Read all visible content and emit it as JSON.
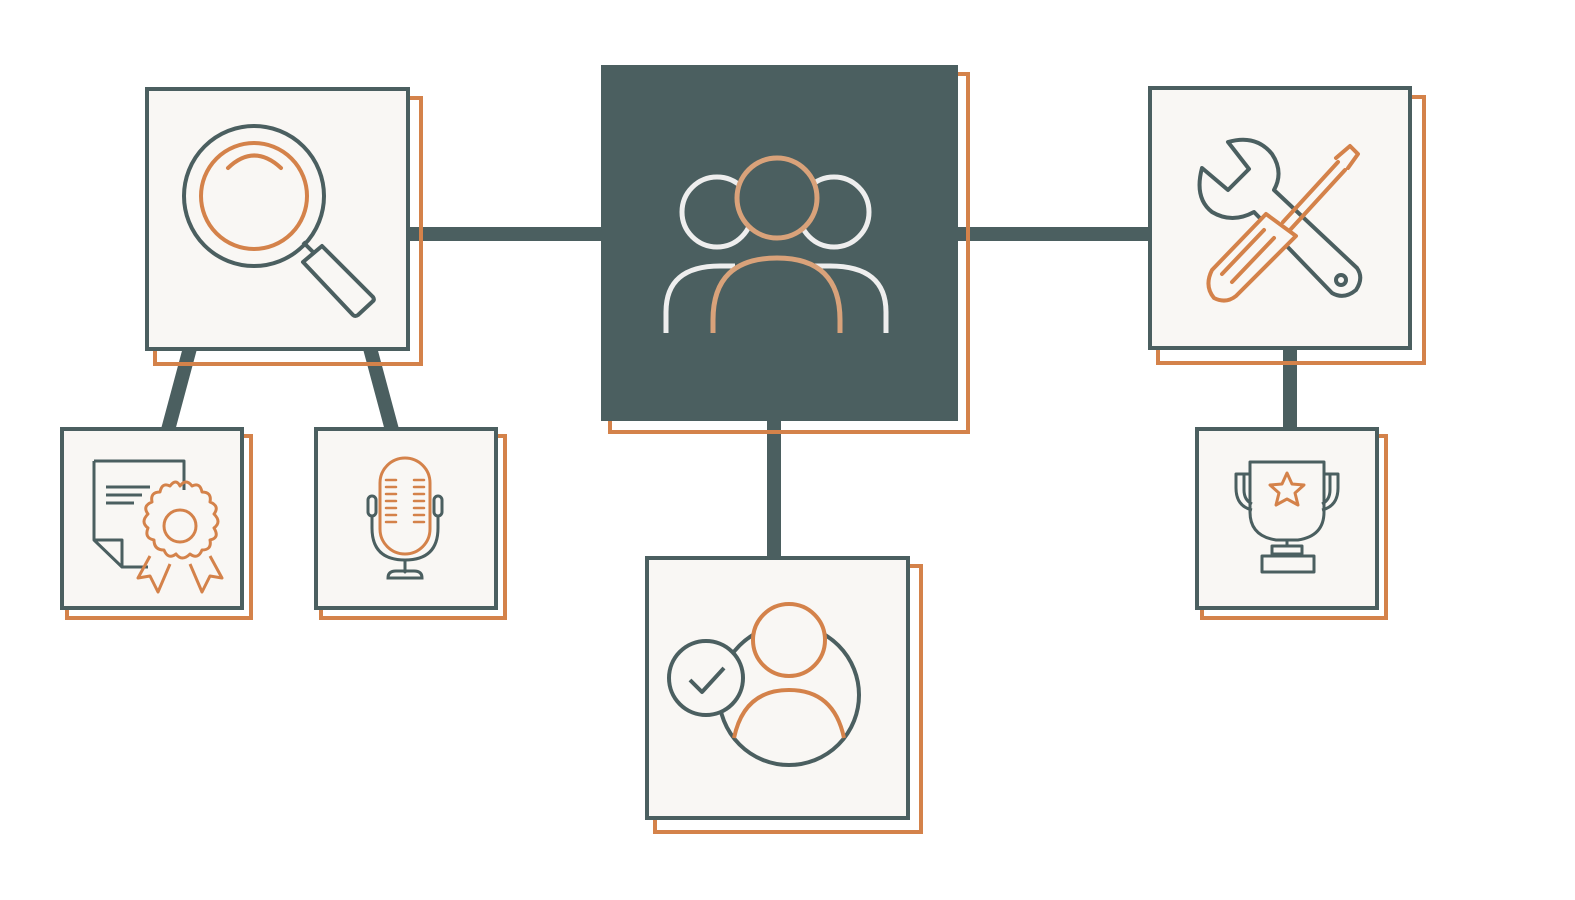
{
  "colors": {
    "slate": "#4b5f60",
    "orange": "#d4824a",
    "hub_orange": "#d9a27a",
    "card_bg": "#f9f7f4",
    "white_line": "#eeeeee",
    "background": "#ffffff"
  },
  "hub": {
    "icon": "team-group-icon"
  },
  "nodes": [
    {
      "id": "research",
      "icon": "magnifying-glass-icon"
    },
    {
      "id": "tools",
      "icon": "wrench-screwdriver-icon"
    },
    {
      "id": "certification",
      "icon": "certificate-award-icon"
    },
    {
      "id": "broadcast",
      "icon": "microphone-icon"
    },
    {
      "id": "verified-member",
      "icon": "verified-user-icon"
    },
    {
      "id": "achievement",
      "icon": "trophy-icon"
    }
  ]
}
